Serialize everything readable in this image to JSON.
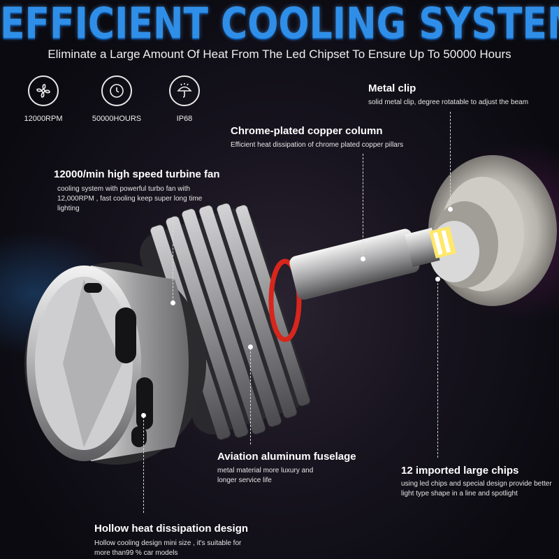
{
  "title": "EFFICIENT COOLING SYSTEM",
  "subtitle": "Eliminate a Large Amount Of Heat From The Led Chipset To Ensure Up To 50000 Hours",
  "icons": [
    {
      "name": "fan-icon",
      "label": "12000RPM"
    },
    {
      "name": "clock-icon",
      "label": "50000HOURS"
    },
    {
      "name": "umbrella-icon",
      "label": "IP68"
    }
  ],
  "callouts": {
    "metal_clip": {
      "title": "Metal clip",
      "desc": "solid metal clip, degree rotatable to adjust the beam"
    },
    "copper_column": {
      "title": "Chrome-plated copper column",
      "desc": "Efficient heat dissipation of chrome plated copper pillars"
    },
    "turbine_fan": {
      "title": "12000/min high speed turbine fan",
      "desc": "cooling system with powerful turbo fan with 12,000RPM , fast cooling keep super long time lighting"
    },
    "aviation": {
      "title": "Aviation aluminum fuselage",
      "desc": "metal material more luxury and longer service life"
    },
    "chips": {
      "title": "12 imported large chips",
      "desc": "using led chips and special design provide better light type shape in a line and spotlight"
    },
    "hollow": {
      "title": "Hollow heat dissipation design",
      "desc": "Hollow cooling design mini size , it's suitable for more than99 % car models"
    }
  }
}
